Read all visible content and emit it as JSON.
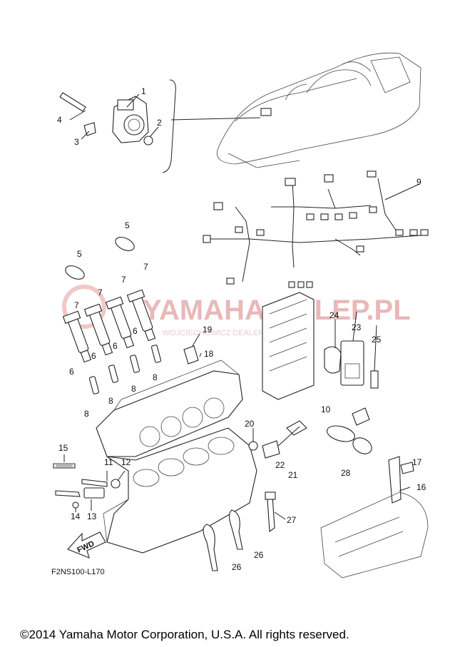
{
  "callouts": [
    "1",
    "2",
    "3",
    "4",
    "5",
    "5",
    "6",
    "6",
    "6",
    "6",
    "7",
    "7",
    "7",
    "7",
    "8",
    "8",
    "8",
    "8",
    "9",
    "10",
    "11",
    "12",
    "13",
    "14",
    "15",
    "16",
    "17",
    "18",
    "19",
    "20",
    "21",
    "22",
    "23",
    "24",
    "25",
    "26",
    "26",
    "27",
    "28"
  ],
  "watermark": {
    "title": "YAMAHA-SKLEP.PL",
    "subtitle": "WOJCIECHOWICZ DEALER YAMAHA"
  },
  "fwd_label": "FWD",
  "figure_code": "F2NS100-L170",
  "copyright": "©2014 Yamaha Motor Corporation, U.S.A. All rights reserved."
}
